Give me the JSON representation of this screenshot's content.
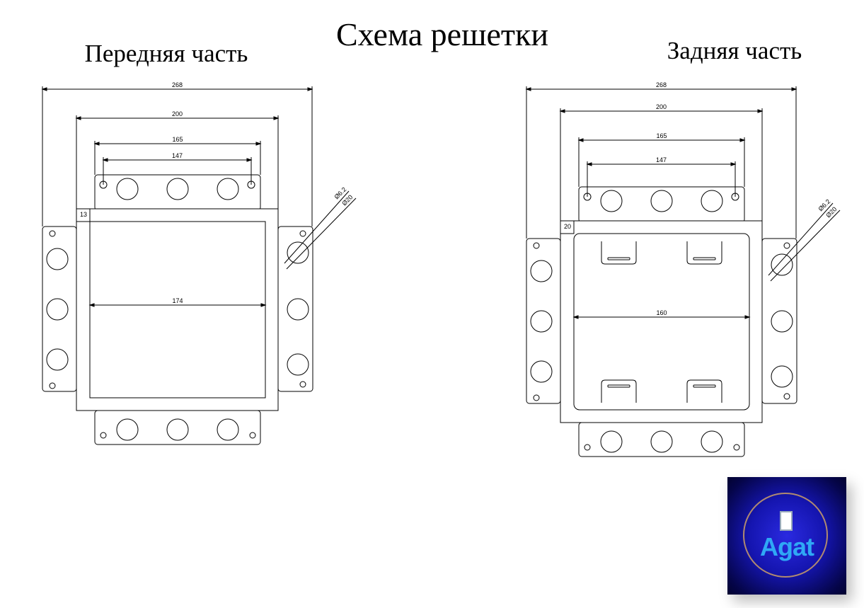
{
  "title": "Схема решетки",
  "front": {
    "label": "Передняя часть",
    "dims": {
      "d268": "268",
      "d200": "200",
      "d165": "165",
      "d147": "147",
      "d174": "174",
      "d13": "13",
      "dia_small": "Ø6.2",
      "dia_large": "Ø20"
    }
  },
  "back": {
    "label": "Задняя часть",
    "dims": {
      "d268": "268",
      "d200": "200",
      "d165": "165",
      "d147": "147",
      "d160": "160",
      "d20": "20",
      "dia_small": "Ø6.2",
      "dia_large": "Ø20"
    }
  },
  "logo": {
    "text": "Agat",
    "colors": {
      "bg": "#1515b0",
      "text": "#2fa8f5",
      "ring": "#b08a70"
    }
  }
}
